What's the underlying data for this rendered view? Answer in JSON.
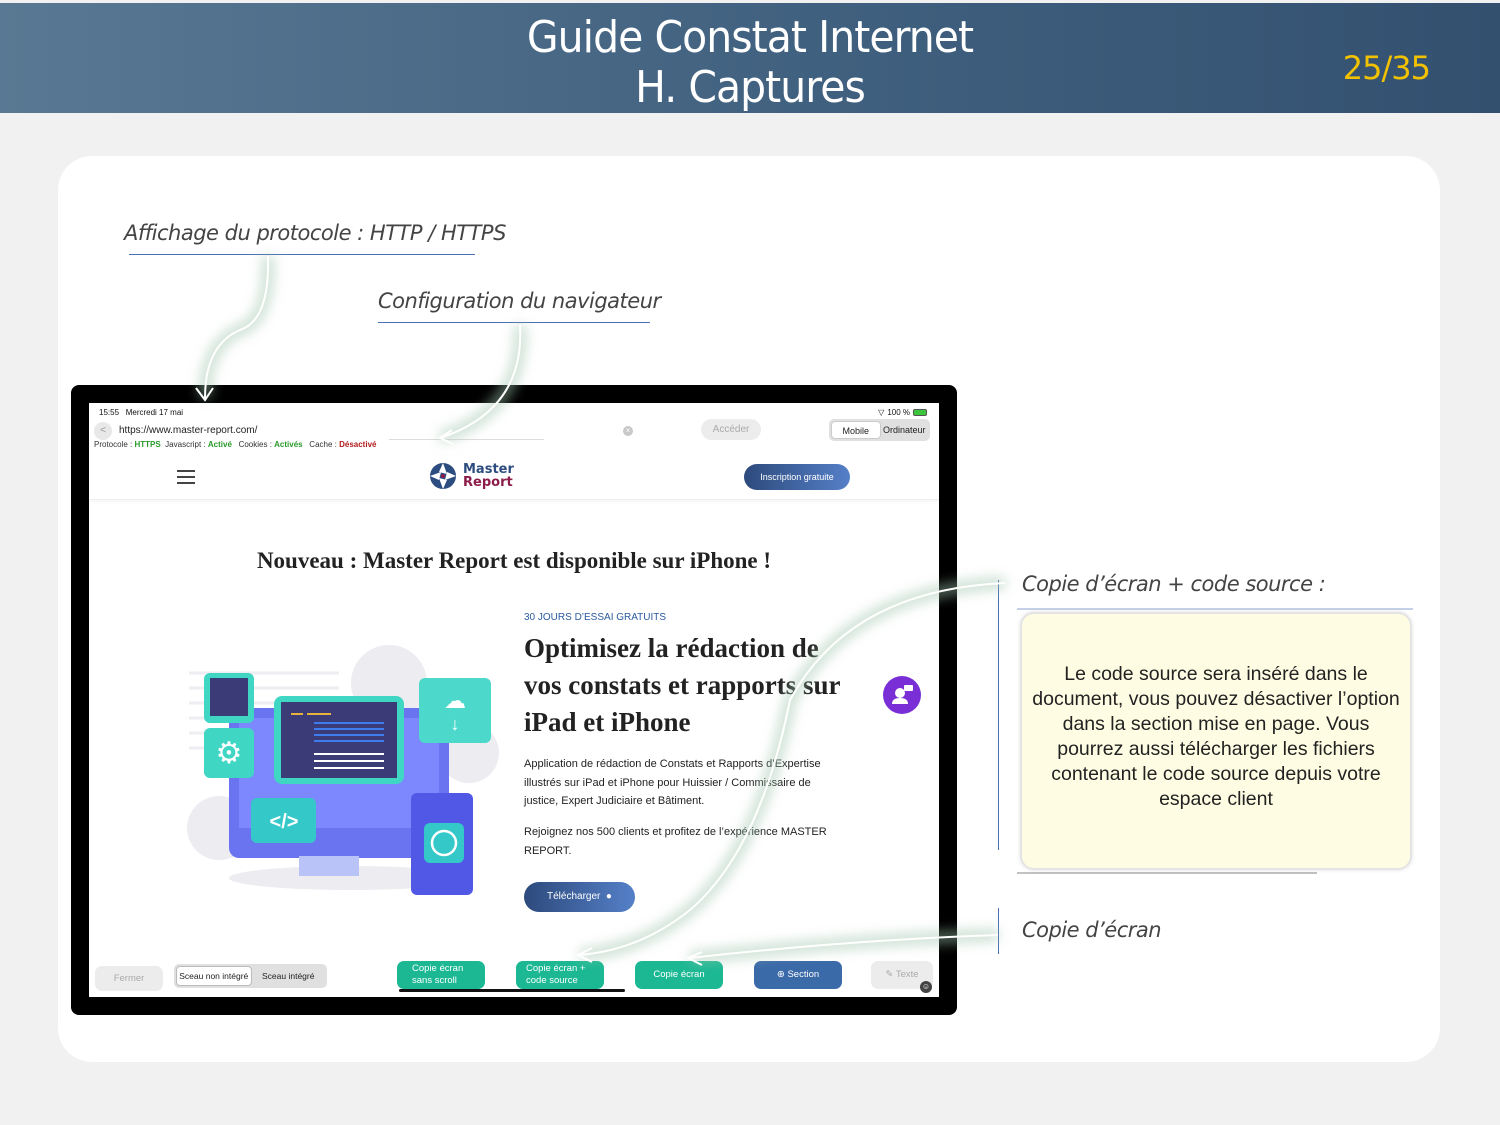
{
  "header": {
    "title_line1": "Guide Constat Internet",
    "title_line2": "H. Captures",
    "page_number": "25/35"
  },
  "annotations": {
    "protocol": "Affichage du protocole : HTTP / HTTPS",
    "browser_config": "Configuration du navigateur",
    "screenshot_source": "Copie d’écran + code source :",
    "screenshot": "Copie d’écran"
  },
  "note": {
    "text": "Le code source sera inséré dans le document, vous pouvez désactiver l’option dans la section mise en page. Vous pourrez aussi télécharger les fichiers contenant le code source depuis votre espace client"
  },
  "tablet": {
    "status": {
      "time": "15:55",
      "date": "Mercredi 17 mai",
      "battery": "100 %"
    },
    "browser": {
      "back_label": "<",
      "url": "https://www.master-report.com/",
      "go_label": "Accéder",
      "modes": [
        "Mobile",
        "Ordinateur"
      ],
      "selected_mode": "Mobile",
      "config": {
        "protocol_label": "Protocole :",
        "protocol_value": "HTTPS",
        "javascript_label": "Javascript :",
        "javascript_value": "Activé",
        "cookies_label": "Cookies :",
        "cookies_value": "Activés",
        "cache_label": "Cache :",
        "cache_value": "Désactivé"
      }
    },
    "site": {
      "logo_line1": "Master",
      "logo_line2": "Report",
      "signup_label": "Inscription gratuite",
      "headline": "Nouveau : Master Report est disponible sur iPhone !",
      "trial": "30 JOURS D’ESSAI GRATUITS",
      "promo_title": "Optimisez la rédaction de vos constats et rapports sur iPad et iPhone",
      "promo_body": "Application de rédaction de Constats et Rapports d’Expertise illustrés sur iPad et iPhone pour Huissier / Commissaire de justice, Expert Judiciaire et Bâtiment.",
      "promo_body2": "Rejoignez nos 500 clients et profitez de l’expérience MASTER REPORT.",
      "download_label": "Télécharger"
    },
    "toolbar": {
      "close_label": "Fermer",
      "seal_options": [
        "Sceau non intégré",
        "Sceau intégré"
      ],
      "seal_selected": "Sceau non intégré",
      "copy_noscroll": "Copie écran sans scroll",
      "copy_source": "Copie écran + code source",
      "copy": "Copie écran",
      "section": "Section",
      "text": "Texte"
    }
  },
  "colors": {
    "header_bg": "#40607f",
    "page_number": "#f2c200",
    "teal_button": "#1bb893",
    "section_button": "#3b6aa8",
    "enabled_green": "#2a9a2a",
    "disabled_red": "#b01c1c",
    "chat_purple": "#7a2fd6",
    "note_bg": "#fefde3"
  }
}
